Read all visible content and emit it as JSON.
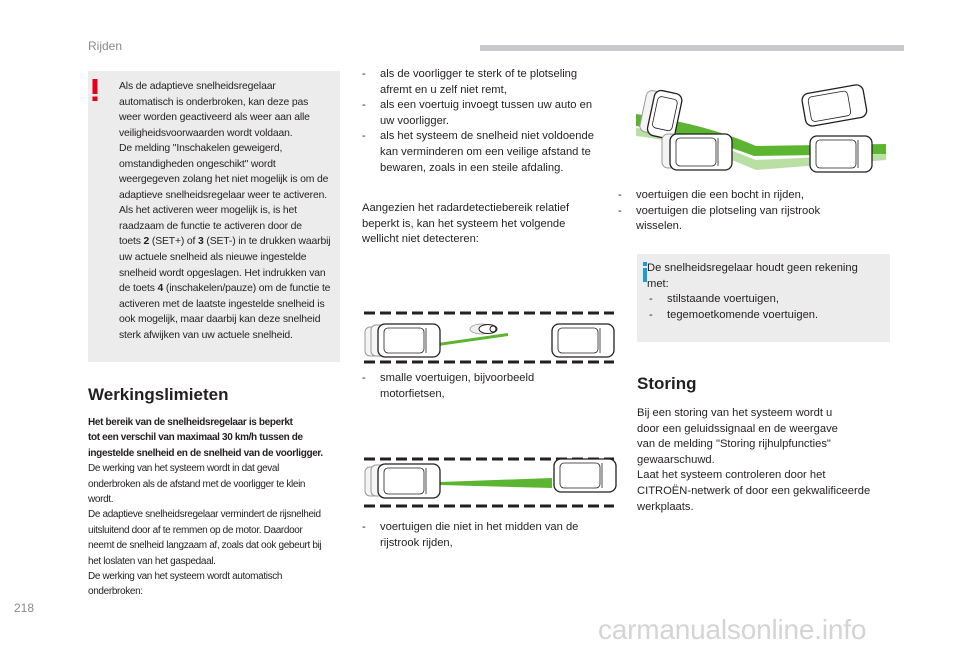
{
  "header": {
    "section": "Rijden"
  },
  "page_number": "218",
  "watermark": "carmanualsonline.info",
  "warning_box": {
    "lines": [
      "Als de adaptieve snelheidsregelaar",
      "automatisch is onderbroken, kan deze pas",
      "weer worden geactiveerd als weer aan alle",
      "veiligheidsvoorwaarden wordt voldaan.",
      "De melding \"Inschakelen geweigerd,",
      "omstandigheden ongeschikt\" wordt",
      "weergegeven zolang het niet mogelijk is om de",
      "adaptieve snelheidsregelaar weer te activeren.",
      "Als het activeren weer mogelijk is, is het",
      "raadzaam de functie te activeren door de"
    ],
    "keys_line": {
      "pre": "toets ",
      "key1": "2",
      "mid1": " (SET+) of ",
      "key2": "3",
      "mid2": " (SET-) in te drukken waarbij"
    },
    "lines_b": [
      "uw actuele snelheid als nieuwe ingestelde",
      "snelheid wordt opgeslagen. Het indrukken van"
    ],
    "key4_line": {
      "pre": "de toets ",
      "key": "4",
      "post": " (inschakelen/pauze) om de functie te"
    },
    "lines_c": [
      "activeren met de laatste ingestelde snelheid is",
      "ook mogelijk, maar daarbij kan deze snelheid",
      "sterk afwijken van uw actuele snelheid."
    ]
  },
  "limits": {
    "title": "Werkingslimieten",
    "lead_lines": [
      "Het bereik van de snelheidsregelaar is beperkt",
      "tot een verschil van maximaal 30 km/h tussen de",
      "ingestelde snelheid en de snelheid van de voorligger."
    ],
    "body_lines": [
      "De werking van het systeem wordt in dat geval",
      "onderbroken als de afstand met de voorligger te klein",
      "wordt.",
      "De adaptieve snelheidsregelaar vermindert de rijsnelheid",
      "uitsluitend door af te remmen op de motor. Daardoor",
      "neemt de snelheid langzaam af, zoals dat ook gebeurt bij",
      "het loslaten van het gaspedaal.",
      "De werking van het systeem wordt automatisch",
      "onderbroken:"
    ]
  },
  "interrupt_list": [
    [
      "als de voorligger te sterk of te plotseling",
      "afremt en u zelf niet remt,"
    ],
    [
      "als een voertuig invoegt tussen uw auto en",
      "uw voorligger."
    ],
    [
      "als het systeem de snelheid niet voldoende",
      "kan verminderen om een veilige afstand te",
      "bewaren, zoals in een steile afdaling."
    ]
  ],
  "radar_para": [
    "Aangezien het radardetectiebereik relatief",
    "beperkt is, kan het systeem het volgende",
    "wellicht niet detecteren:"
  ],
  "item_small": [
    "smalle voertuigen, bijvoorbeeld",
    "motorfietsen,"
  ],
  "item_offset": [
    "voertuigen die niet in het midden van de",
    "rijstrook rijden,"
  ],
  "right_list": [
    [
      "voertuigen die een bocht in rijden,"
    ],
    [
      "voertuigen die plotseling van rijstrook",
      "wisselen."
    ]
  ],
  "info_box": {
    "lines": [
      "De snelheidsregelaar houdt geen rekening",
      "met:"
    ],
    "items": [
      "stilstaande voertuigen,",
      "tegemoetkomende voertuigen."
    ]
  },
  "storing": {
    "title": "Storing",
    "lines": [
      "Bij een storing van het systeem wordt u",
      "door een geluidssignaal en de weergave",
      "van de melding \"Storing rijhulpfuncties\"",
      "gewaarschuwd.",
      "Laat het systeem controleren door het",
      "CITROËN-netwerk of door een gekwalificeerde",
      "werkplaats."
    ]
  },
  "colors": {
    "beam_green": "#5cb531",
    "warning_red": "#e3001b",
    "info_blue": "#1d9bd7",
    "box_grey": "#ececec"
  }
}
